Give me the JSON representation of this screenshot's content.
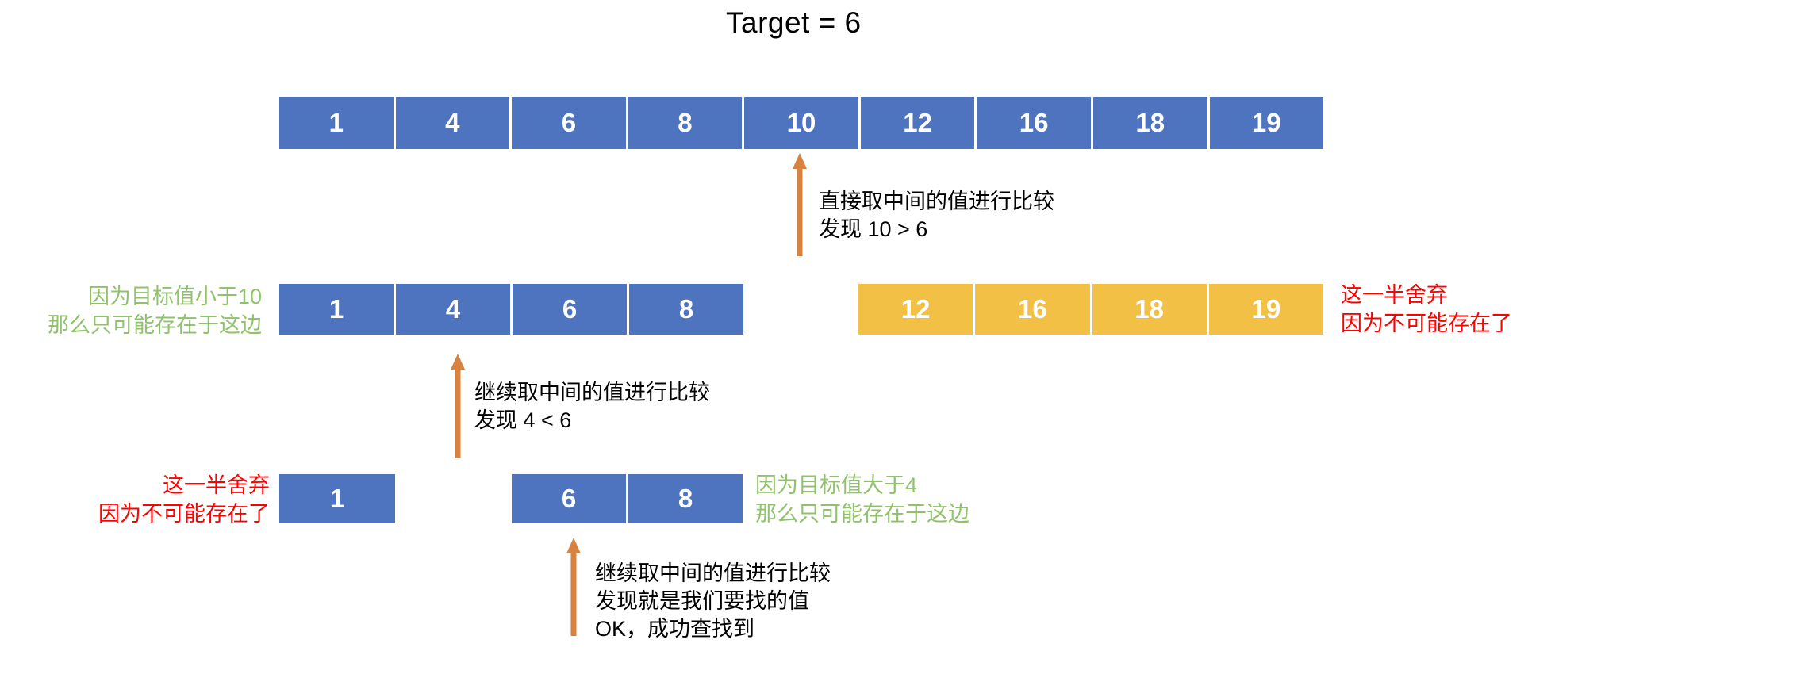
{
  "title": "Target = 6",
  "colors": {
    "active_block": "#4f74bf",
    "discarded_block": "#f2c044",
    "arrow": "#d9823f",
    "keep_text": "#8fc26a",
    "discard_text": "#ff0000",
    "body_text": "#000000",
    "background": "#ffffff"
  },
  "rows": [
    {
      "name": "initial-array",
      "groups": [
        {
          "name": "full-array",
          "style": "blue",
          "values": [
            "1",
            "4",
            "6",
            "8",
            "10",
            "12",
            "16",
            "18",
            "19"
          ]
        }
      ]
    },
    {
      "name": "second-pass",
      "groups": [
        {
          "name": "kept-half",
          "style": "blue",
          "values": [
            "1",
            "4",
            "6",
            "8"
          ]
        },
        {
          "name": "discarded-half",
          "style": "yellow",
          "values": [
            "12",
            "16",
            "18",
            "19"
          ]
        }
      ]
    },
    {
      "name": "third-pass",
      "groups": [
        {
          "name": "discarded-half",
          "style": "blue",
          "values": [
            "1"
          ]
        },
        {
          "name": "kept-half",
          "style": "blue",
          "values": [
            "6",
            "8"
          ]
        }
      ]
    }
  ],
  "annotations": [
    {
      "name": "step-1-note",
      "text": "直接取中间的值进行比较\n发现 10 > 6"
    },
    {
      "name": "step-2-note",
      "text": "继续取中间的值进行比较\n发现 4 < 6"
    },
    {
      "name": "step-3-note",
      "text": "继续取中间的值进行比较\n发现就是我们要找的值\nOK，成功查找到"
    }
  ],
  "side_labels": [
    {
      "name": "row2-keep-label",
      "text": "因为目标值小于10\n那么只可能存在于这边",
      "color": "green"
    },
    {
      "name": "row2-discard-label",
      "text": "这一半舍弃\n因为不可能存在了",
      "color": "red"
    },
    {
      "name": "row3-discard-label",
      "text": "这一半舍弃\n因为不可能存在了",
      "color": "red"
    },
    {
      "name": "row3-keep-label",
      "text": "因为目标值大于4\n那么只可能存在于这边",
      "color": "green"
    }
  ],
  "pointers": [
    {
      "name": "midpoint-arrow-10",
      "points_to": "10"
    },
    {
      "name": "midpoint-arrow-4",
      "points_to": "4"
    },
    {
      "name": "midpoint-arrow-6",
      "points_to": "6"
    }
  ]
}
